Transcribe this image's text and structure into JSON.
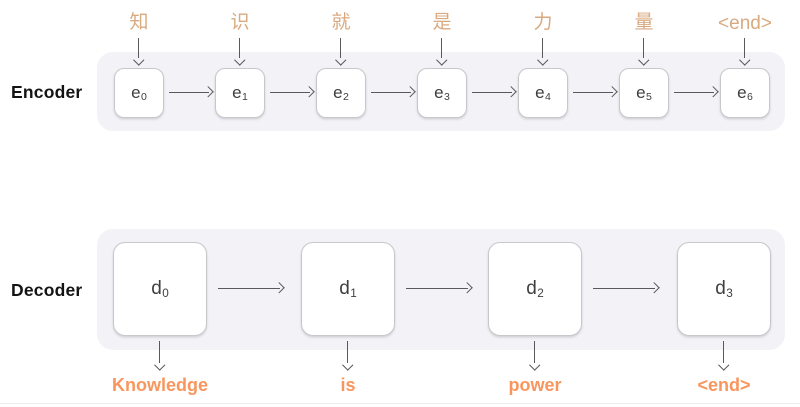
{
  "colors": {
    "panel-bg": "#F2F2F7",
    "cell-bg": "#FFFFFF",
    "cell-border": "#C7C7CC",
    "cell-text": "#3F3F41",
    "arrow": "#59595B",
    "input-label": "#D9AA80",
    "output-label": "#F8965E",
    "section-label": "#141414",
    "divider": "#ECECEC"
  },
  "encoder": {
    "label": "Encoder",
    "inputs": [
      "知",
      "识",
      "就",
      "是",
      "力",
      "量",
      "<end>"
    ],
    "cells": [
      {
        "base": "e",
        "sub": "0"
      },
      {
        "base": "e",
        "sub": "1"
      },
      {
        "base": "e",
        "sub": "2"
      },
      {
        "base": "e",
        "sub": "3"
      },
      {
        "base": "e",
        "sub": "4"
      },
      {
        "base": "e",
        "sub": "5"
      },
      {
        "base": "e",
        "sub": "6"
      }
    ]
  },
  "decoder": {
    "label": "Decoder",
    "cells": [
      {
        "base": "d",
        "sub": "0"
      },
      {
        "base": "d",
        "sub": "1"
      },
      {
        "base": "d",
        "sub": "2"
      },
      {
        "base": "d",
        "sub": "3"
      }
    ],
    "outputs": [
      "Knowledge",
      "is",
      "power",
      "<end>"
    ]
  }
}
